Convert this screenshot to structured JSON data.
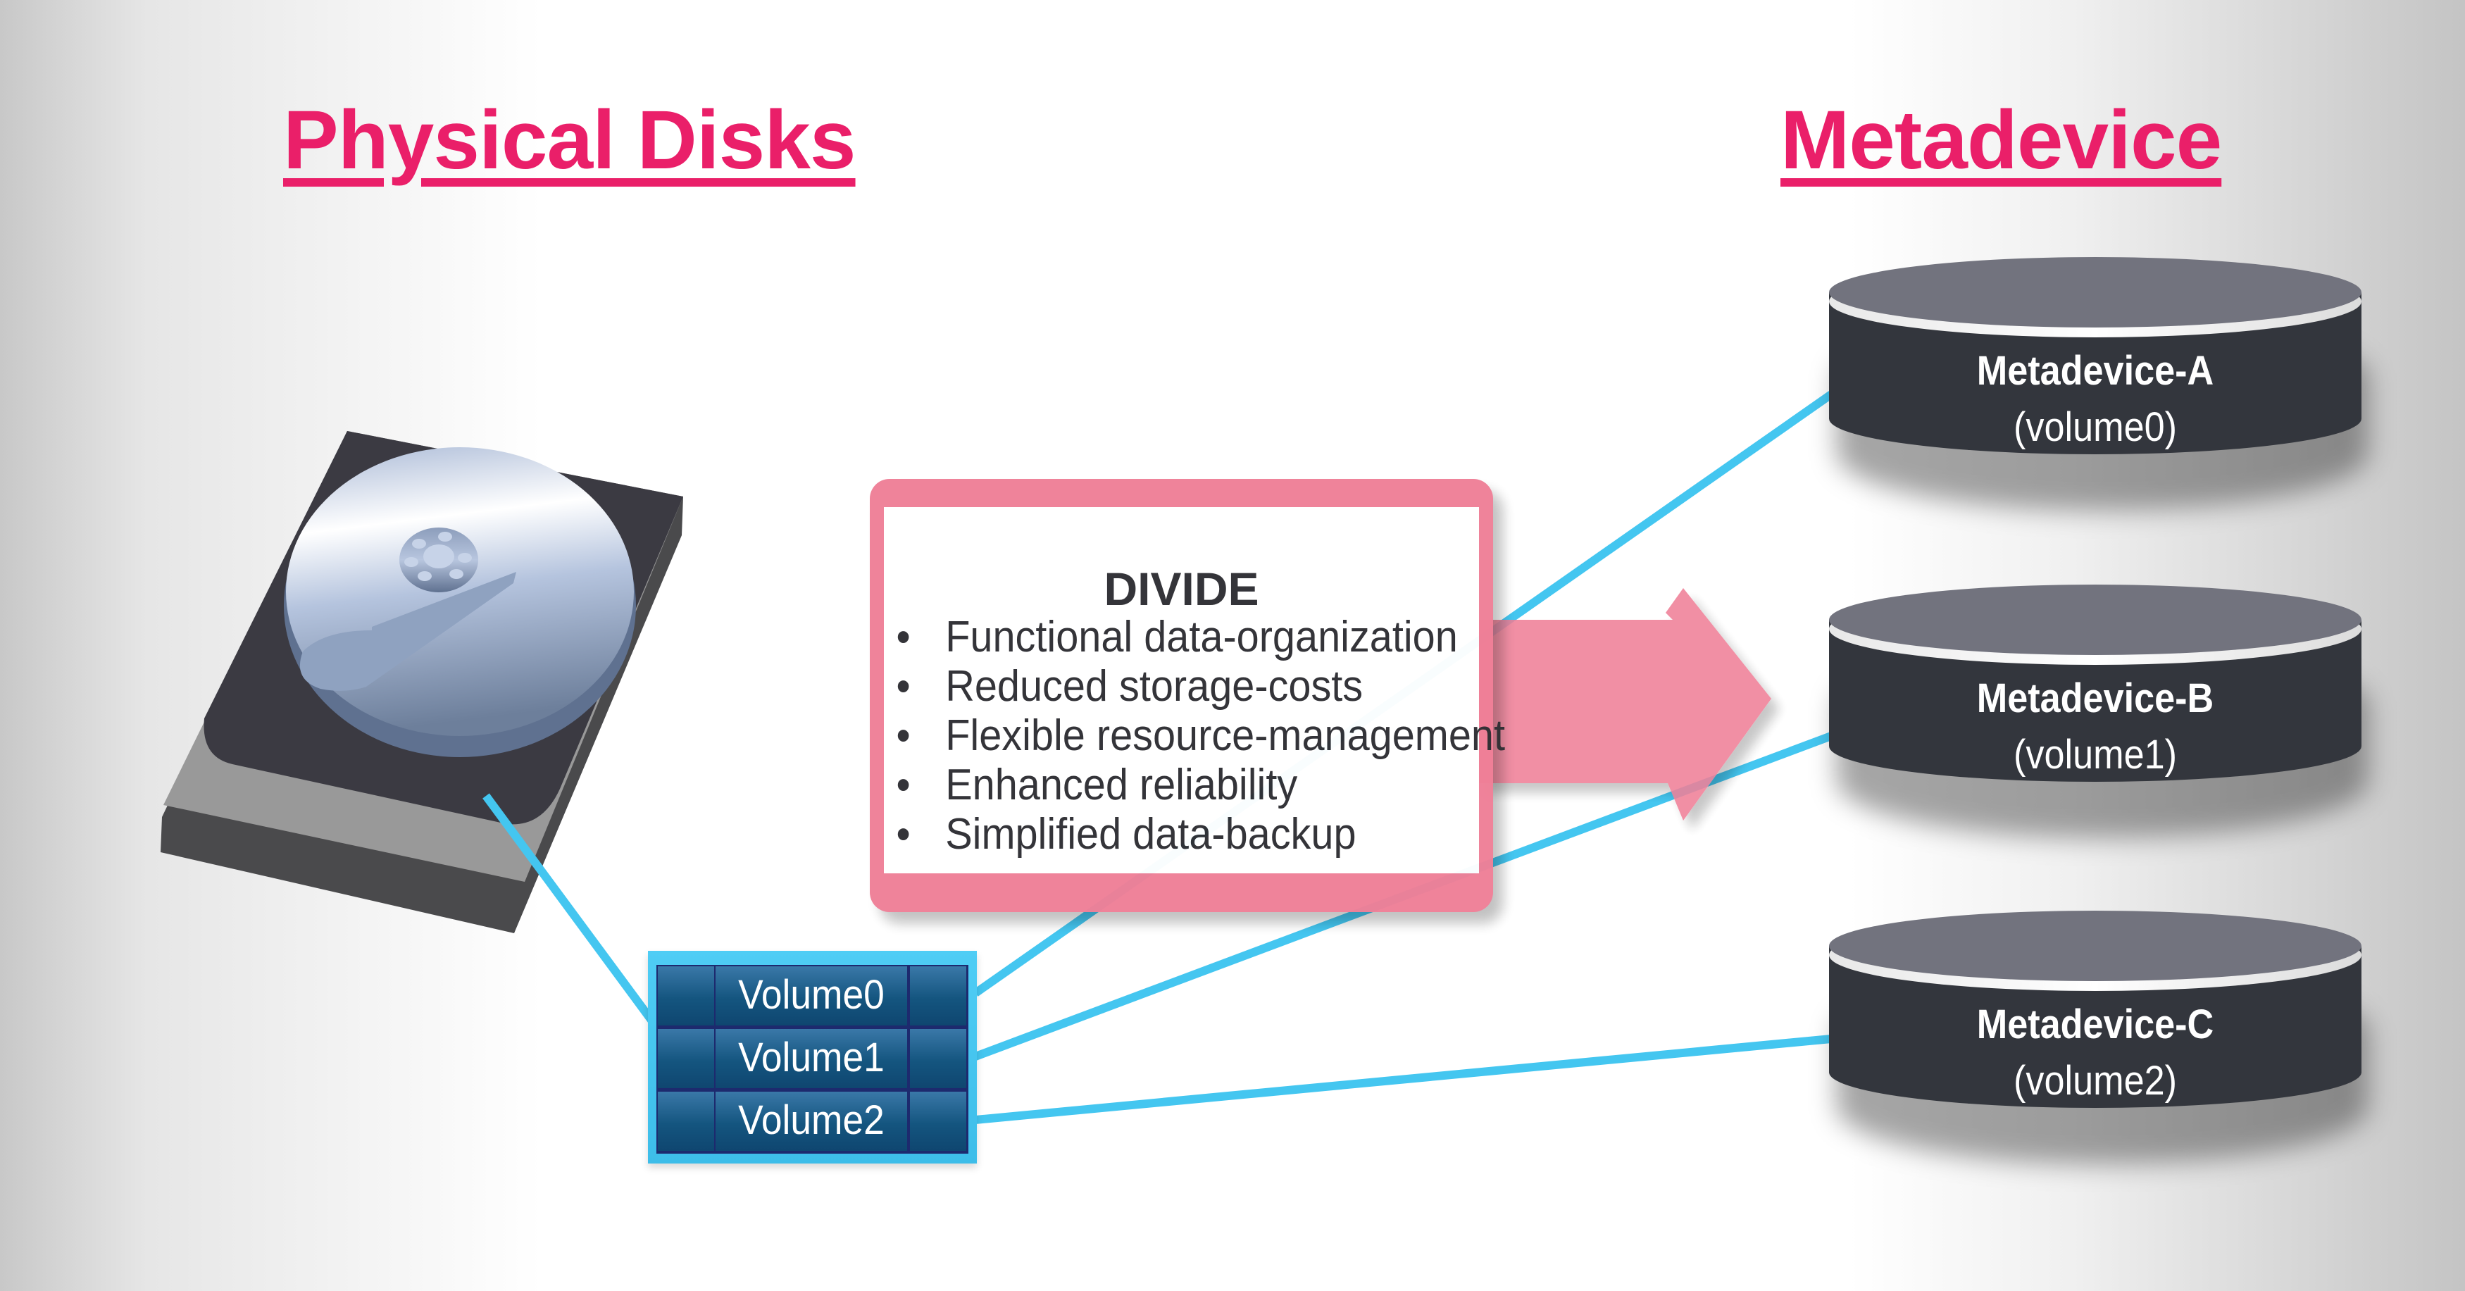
{
  "titles": {
    "left": "Physical Disks",
    "right": "Metadevice"
  },
  "colors": {
    "title": "#ea1f69",
    "connector": "#44c6f0",
    "divide_box": "#ef7f97",
    "cylinder_body": "#33363d",
    "cylinder_top": "#72737e",
    "volume_box": "#4fcdf5"
  },
  "physical_disk": {
    "icon": "hard-disk-icon"
  },
  "divide": {
    "title": "DIVIDE",
    "bullet": "•",
    "items": [
      "Functional data-organization",
      "Reduced storage-costs",
      "Flexible resource-management",
      "Enhanced reliability",
      "Simplified data-backup"
    ]
  },
  "volumes": [
    "Volume0",
    "Volume1",
    "Volume2"
  ],
  "metadevices": [
    {
      "name": "Metadevice-A",
      "volume": "(volume0)"
    },
    {
      "name": "Metadevice-B",
      "volume": "(volume1)"
    },
    {
      "name": "Metadevice-C",
      "volume": "(volume2)"
    }
  ],
  "connections": [
    {
      "from": "physical-disk",
      "to": "volume-group"
    },
    {
      "from": "Volume0",
      "to": "Metadevice-A"
    },
    {
      "from": "Volume1",
      "to": "Metadevice-B"
    },
    {
      "from": "Volume2",
      "to": "Metadevice-C"
    }
  ]
}
